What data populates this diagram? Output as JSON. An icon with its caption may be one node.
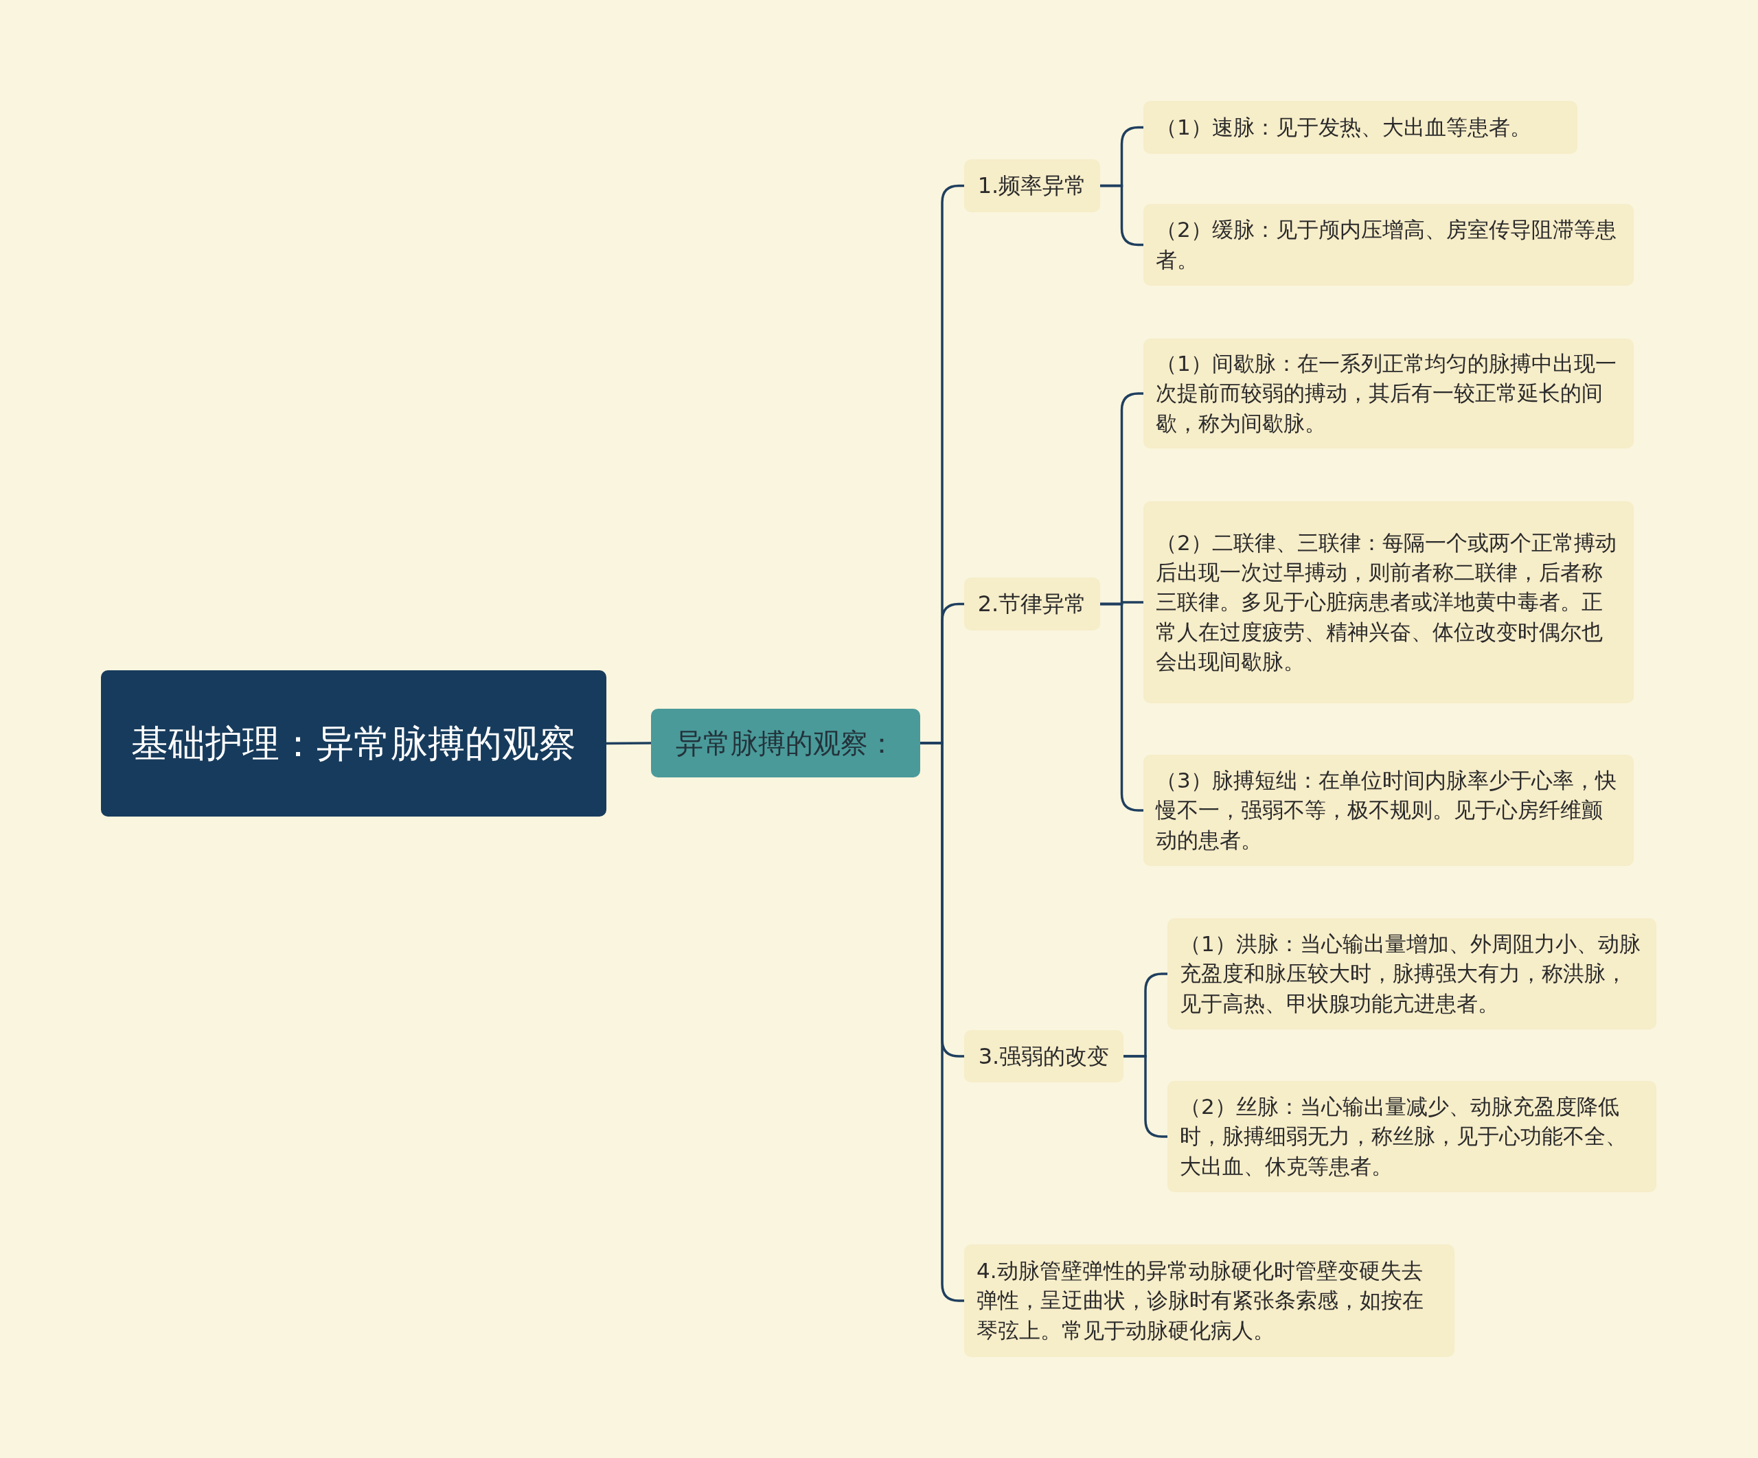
{
  "diagram": {
    "nodes": [
      {
        "text": [
          "基础护理：异常脉搏的观察"
        ]
      },
      {
        "text": [
          "异常脉搏的观察："
        ]
      },
      {
        "text": [
          "1.频率异常"
        ]
      },
      {
        "text": [
          "（1）速脉：见于发热、大出血等患者。"
        ]
      },
      {
        "text": [
          "（2）缓脉：见于颅内压增高、房室传导阻滞等患者。"
        ]
      },
      {
        "text": [
          "2.节律异常"
        ]
      },
      {
        "text": [
          "（1）间歇脉：在一系列正常均匀的脉搏中出现一次提前而较弱的搏动，其后有一较正常延长的间歇，称为间歇脉。"
        ]
      },
      {
        "text": [
          "（2）二联律、三联律：每隔一个或两个正常搏动后出现一次过早搏动，则前者称二联律，后者称三联律。多见于心脏病患者或洋地黄中毒者。正常人在过度疲劳、精神兴奋、体位改变时偶尔也会出现间歇脉。"
        ]
      },
      {
        "text": [
          "（3）脉搏短绌：在单位时间内脉率少于心率，快慢不一，强弱不等，极不规则。见于心房纤维颤动的患者。"
        ]
      },
      {
        "text": [
          "3.强弱的改变"
        ]
      },
      {
        "text": [
          "（1）洪脉：当心输出量增加、外周阻力小、动脉充盈度和脉压较大时，脉搏强大有力，称洪脉，见于高热、甲状腺功能亢进患者。"
        ]
      },
      {
        "text": [
          "（2）丝脉：当心输出量减少、动脉充盈度降低时，脉搏细弱无力，称丝脉，见于心功能不全、大出血、休克等患者。"
        ]
      },
      {
        "text": [
          "4.动脉管壁弹性的异常动脉硬化时管壁变硬失去弹性，呈迂曲状，诊脉时有紧张条索感，如按在琴弦上。常见于动脉硬化病人。"
        ]
      }
    ],
    "edges": [
      {
        "from": 0,
        "to": 1,
        "arrow": "none"
      },
      {
        "from": 1,
        "to": 2,
        "arrow": "none"
      },
      {
        "from": 1,
        "to": 5,
        "arrow": "none"
      },
      {
        "from": 1,
        "to": 9,
        "arrow": "none"
      },
      {
        "from": 1,
        "to": 12,
        "arrow": "none"
      },
      {
        "from": 2,
        "to": 3,
        "arrow": "none"
      },
      {
        "from": 2,
        "to": 4,
        "arrow": "none"
      },
      {
        "from": 5,
        "to": 6,
        "arrow": "none"
      },
      {
        "from": 5,
        "to": 7,
        "arrow": "none"
      },
      {
        "from": 5,
        "to": 8,
        "arrow": "none"
      },
      {
        "from": 9,
        "to": 10,
        "arrow": "none"
      },
      {
        "from": 9,
        "to": 11,
        "arrow": "none"
      }
    ]
  }
}
